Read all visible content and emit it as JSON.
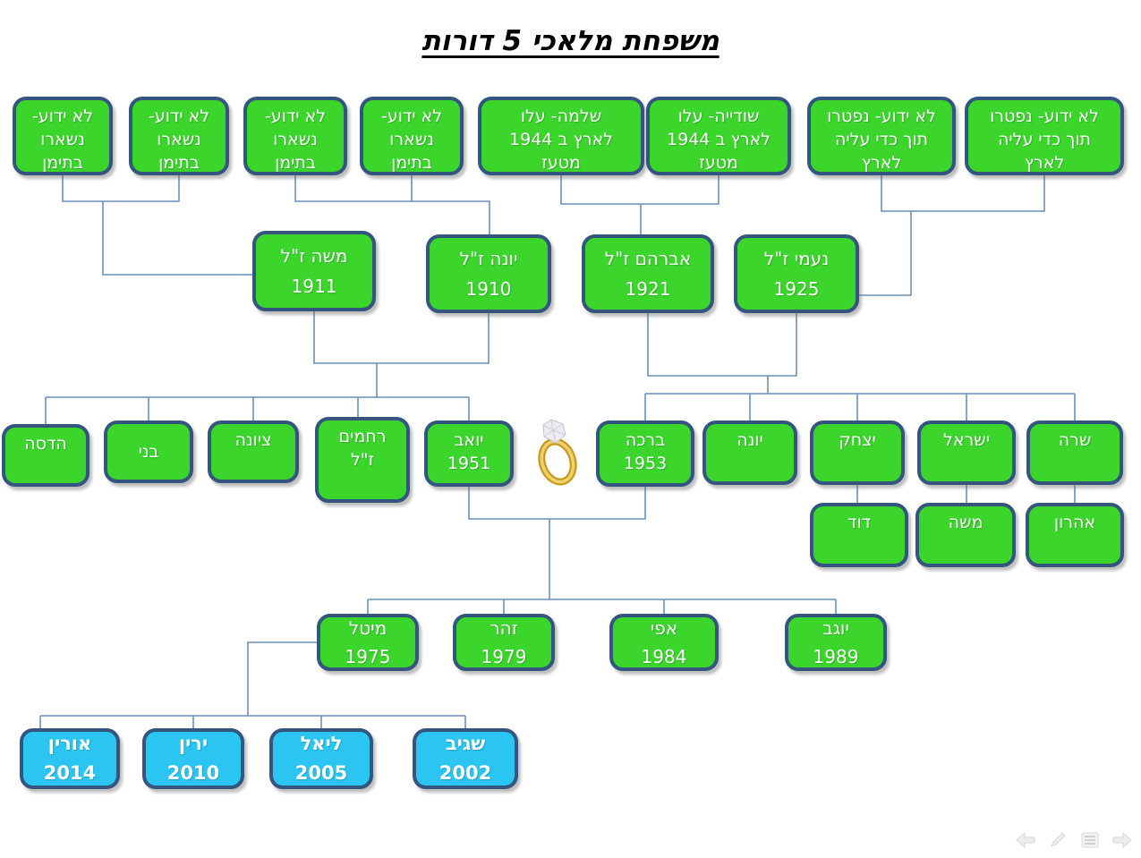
{
  "title": "משפחת מלאכי 5 דורות",
  "colors": {
    "box_green": "#3BD52C",
    "box_cyan": "#2BC5F2",
    "box_border": "#33557E",
    "connector_line": "#6A8FBA",
    "box_text": "#FFFFFF",
    "title_text": "#000000"
  },
  "nodes": {
    "g1_1": {
      "label": "לא ידוע-\nנשארו\nבתימן"
    },
    "g1_2": {
      "label": "לא ידוע-\nנשארו\nבתימן"
    },
    "g1_3": {
      "label": "לא ידוע-\nנשארו\nבתימן"
    },
    "g1_4": {
      "label": "לא ידוע-\nנשארו\nבתימן"
    },
    "g1_5": {
      "label": "שלמה- עלו\nלארץ ב 1944\nמטעז"
    },
    "g1_6": {
      "label": "שודייה- עלו\nלארץ ב 1944\nמטעז"
    },
    "g1_7": {
      "label": "לא ידוע- נפטרו\nתוך כדי עליה\nלארץ"
    },
    "g1_8": {
      "label": "לא ידוע- נפטרו\nתוך כדי עליה\nלארץ"
    },
    "g2_1": {
      "label": "משה ז\"ל\n1911"
    },
    "g2_2": {
      "label": "יונה ז\"ל\n1910"
    },
    "g2_3": {
      "label": "אברהם ז\"ל\n1921"
    },
    "g2_4": {
      "label": "נעמי ז\"ל\n1925"
    },
    "g3_1": {
      "label": "הדסה"
    },
    "g3_2": {
      "label": "בני"
    },
    "g3_3": {
      "label": "ציונה"
    },
    "g3_4": {
      "label": "רחמים\nז\"ל"
    },
    "g3_5": {
      "label": "יואב\n1951"
    },
    "g3_6": {
      "label": "ברכה\n1953"
    },
    "g3_7": {
      "label": "יונה"
    },
    "g3_8": {
      "label": "יצחק"
    },
    "g3_9": {
      "label": "ישראל"
    },
    "g3_10": {
      "label": "שרה"
    },
    "g3s_1": {
      "label": "דוד"
    },
    "g3s_2": {
      "label": "משה"
    },
    "g3s_3": {
      "label": "אהרון"
    },
    "g4_1": {
      "label": "מיטל\n1975"
    },
    "g4_2": {
      "label": "זהר\n1979"
    },
    "g4_3": {
      "label": "אפי\n1984"
    },
    "g4_4": {
      "label": "יוגב\n1989"
    },
    "g5_1": {
      "label": "אורין\n2014"
    },
    "g5_2": {
      "label": "ירין\n2010"
    },
    "g5_3": {
      "label": "ליאל\n2005"
    },
    "g5_4": {
      "label": "שגיב\n2002"
    }
  },
  "edges": [
    [
      "g1_1+g1_2",
      "g2_1"
    ],
    [
      "g1_3+g1_4",
      "g2_2"
    ],
    [
      "g1_5+g1_6",
      "g2_3"
    ],
    [
      "g1_7+g1_8",
      "g2_4"
    ],
    [
      "g2_1+g2_2",
      "g3_1"
    ],
    [
      "g2_1+g2_2",
      "g3_2"
    ],
    [
      "g2_1+g2_2",
      "g3_3"
    ],
    [
      "g2_1+g2_2",
      "g3_4"
    ],
    [
      "g2_1+g2_2",
      "g3_5"
    ],
    [
      "g2_3+g2_4",
      "g3_6"
    ],
    [
      "g2_3+g2_4",
      "g3_7"
    ],
    [
      "g2_3+g2_4",
      "g3_8"
    ],
    [
      "g2_3+g2_4",
      "g3_9"
    ],
    [
      "g2_3+g2_4",
      "g3_10"
    ],
    [
      "g3_8",
      "g3s_1"
    ],
    [
      "g3_9",
      "g3s_2"
    ],
    [
      "g3_10",
      "g3s_3"
    ],
    [
      "g3_5+g3_6",
      "g4_1"
    ],
    [
      "g3_5+g3_6",
      "g4_2"
    ],
    [
      "g3_5+g3_6",
      "g4_3"
    ],
    [
      "g3_5+g3_6",
      "g4_4"
    ],
    [
      "g4_1",
      "g5_1"
    ],
    [
      "g4_1",
      "g5_2"
    ],
    [
      "g4_1",
      "g5_3"
    ],
    [
      "g4_1",
      "g5_4"
    ]
  ],
  "icons": {
    "ring": "diamond-ring",
    "nav_prev": "previous-slide-arrow",
    "nav_pen": "pen-tool",
    "nav_menu": "slide-menu",
    "nav_next": "next-slide-arrow"
  }
}
